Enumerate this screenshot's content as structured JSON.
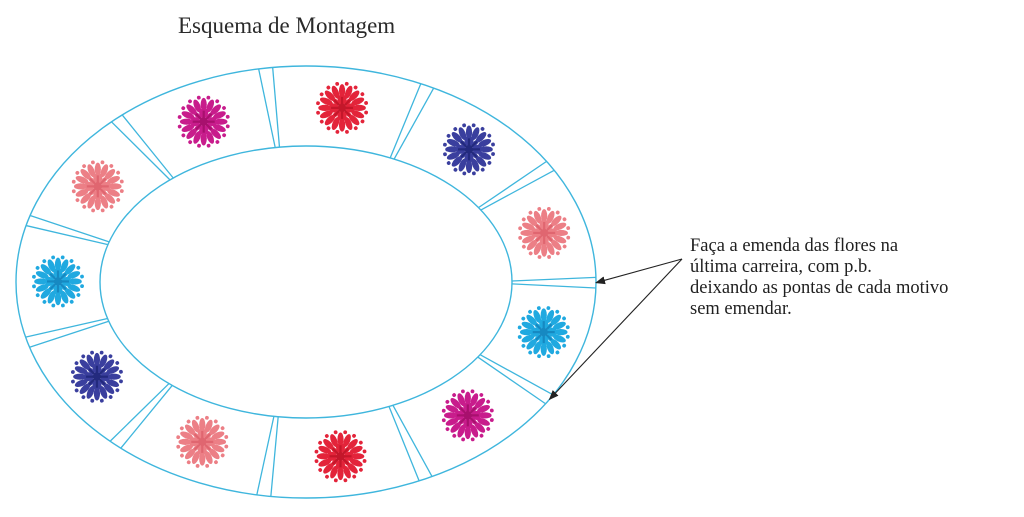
{
  "title": "Esquema de Montagem",
  "note": {
    "lines": [
      "Faça a emenda das flores na",
      "última carreira, com p.b.",
      "deixando as pontas de cada motivo",
      "sem emendar."
    ]
  },
  "colors": {
    "outline": "#3fb6dd",
    "arrow": "#222222"
  },
  "motifs": [
    {
      "name": "flower-red",
      "petal": "#e3243a",
      "center": "#c4172a"
    },
    {
      "name": "flower-navy",
      "petal": "#3a3f9e",
      "center": "#232a7e"
    },
    {
      "name": "flower-salmon",
      "petal": "#ec7f86",
      "center": "#e06670"
    },
    {
      "name": "flower-skyblue",
      "petal": "#20a9e0",
      "center": "#1689c2"
    },
    {
      "name": "flower-magenta",
      "petal": "#c81c8c",
      "center": "#a8106e"
    },
    {
      "name": "flower-red",
      "petal": "#e3243a",
      "center": "#c4172a"
    },
    {
      "name": "flower-salmon",
      "petal": "#ec7f86",
      "center": "#e06670"
    },
    {
      "name": "flower-navy",
      "petal": "#3a3f9e",
      "center": "#232a7e"
    },
    {
      "name": "flower-skyblue",
      "petal": "#20a9e0",
      "center": "#1689c2"
    },
    {
      "name": "flower-salmon",
      "petal": "#ec7f86",
      "center": "#e06670"
    },
    {
      "name": "flower-magenta",
      "petal": "#c81c8c",
      "center": "#a8106e"
    }
  ]
}
